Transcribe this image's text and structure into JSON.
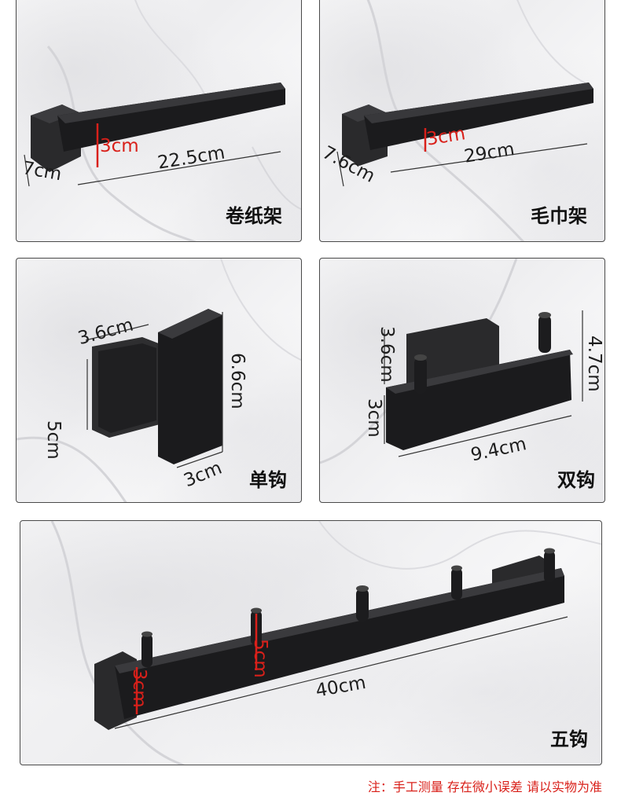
{
  "panels": {
    "paper_holder": {
      "name": "卷纸架",
      "dims": {
        "height": "3cm",
        "depth": "7cm",
        "length": "22.5cm"
      }
    },
    "towel_bar": {
      "name": "毛巾架",
      "dims": {
        "height": "3cm",
        "depth": "7.6cm",
        "length": "29cm"
      }
    },
    "single_hook": {
      "name": "单钩",
      "dims": {
        "base_width": "3.6cm",
        "base_height": "5cm",
        "height": "6.6cm",
        "width": "3cm"
      }
    },
    "double_hook": {
      "name": "双钩",
      "dims": {
        "base_width": "3.6cm",
        "base_height": "3cm",
        "height": "4.7cm",
        "length": "9.4cm"
      }
    },
    "five_hook": {
      "name": "五钩",
      "dims": {
        "height": "3cm",
        "hook_height": "5cm",
        "length": "40cm"
      }
    }
  },
  "note": "注：手工测量  存在微小误差  请以实物为准",
  "colors": {
    "accent": "#d9201a",
    "product": "#1b1b1d",
    "frame": "#4a4a4a"
  }
}
